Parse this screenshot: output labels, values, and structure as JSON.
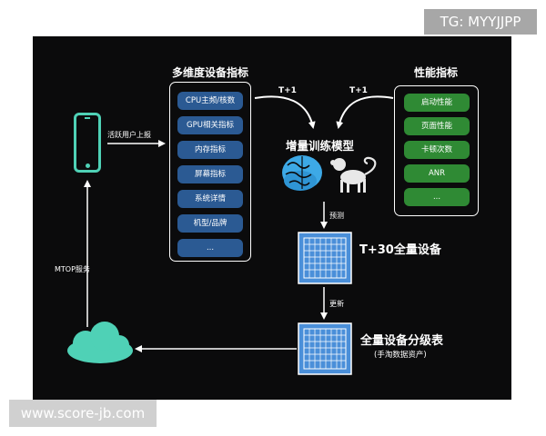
{
  "watermarks": {
    "tg": "TG: MYYJJPP",
    "site": "www.score-jb.com"
  },
  "panels": {
    "device_metrics": {
      "title": "多维度设备指标",
      "items": [
        "CPU主频/核数",
        "GPU相关指标",
        "内存指标",
        "屏幕指标",
        "系统详情",
        "机型/品牌",
        "..."
      ],
      "color": "#2b5a93"
    },
    "performance_metrics": {
      "title": "性能指标",
      "items": [
        "启动性能",
        "页面性能",
        "卡顿次数",
        "ANR",
        "..."
      ],
      "color": "#2f8a34"
    }
  },
  "labels": {
    "active_user_report": "活跃用户上报",
    "t_plus_1_left": "T+1",
    "t_plus_1_right": "T+1",
    "model": "增量训练模型",
    "predict": "预测",
    "t30_devices": "T+30全量设备",
    "update": "更新",
    "grade_table": "全量设备分级表",
    "grade_table_sub": "(手淘数据资产)",
    "mtop": "MTOP服务"
  },
  "icons": [
    "phone-icon",
    "brain-icon",
    "monkey-icon",
    "grid-table-icon",
    "grid-table-icon",
    "cloud-icon"
  ],
  "colors": {
    "accent_teal": "#4fd1b6",
    "brain_blue": "#3da9e6",
    "grid_blue": "#4a8fd9"
  }
}
